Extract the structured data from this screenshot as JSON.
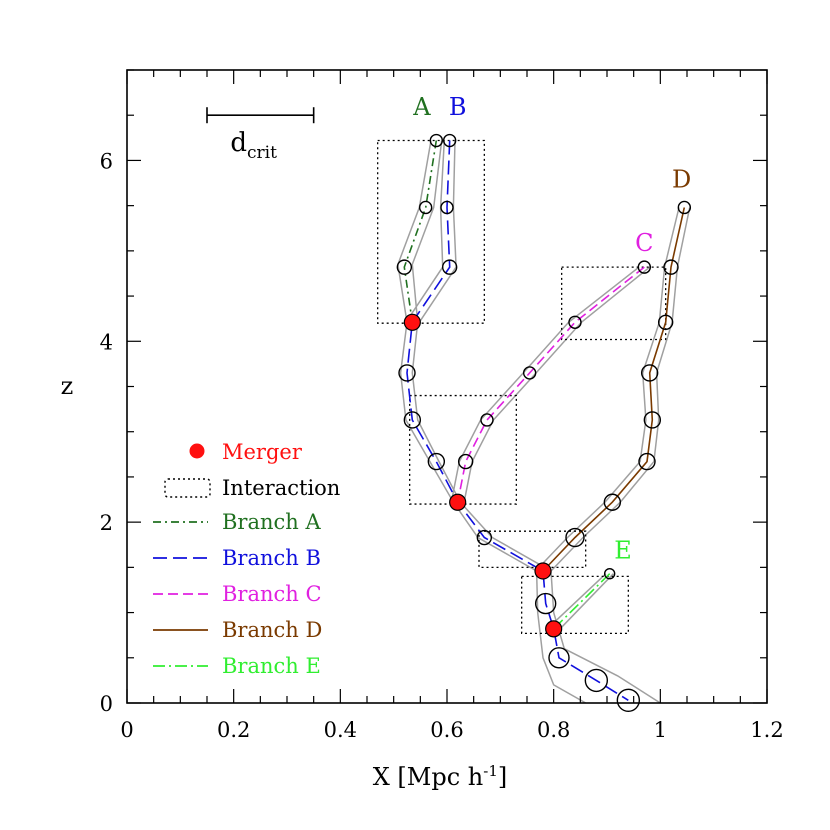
{
  "chart_data": {
    "type": "line",
    "xlabel": "X [Mpc h",
    "xlabel_sup": "-1",
    "xlabel_close": "]",
    "ylabel": "z",
    "xlim": [
      0,
      1.2
    ],
    "ylim": [
      0,
      7
    ],
    "x_ticks": [
      {
        "v": 0,
        "label": "0"
      },
      {
        "v": 0.2,
        "label": "0.2"
      },
      {
        "v": 0.4,
        "label": "0.4"
      },
      {
        "v": 0.6,
        "label": "0.6"
      },
      {
        "v": 0.8,
        "label": "0.8"
      },
      {
        "v": 1,
        "label": "1"
      },
      {
        "v": 1.2,
        "label": "1.2"
      }
    ],
    "y_ticks": [
      {
        "v": 0,
        "label": "0"
      },
      {
        "v": 2,
        "label": "2"
      },
      {
        "v": 4,
        "label": "4"
      },
      {
        "v": 6,
        "label": "6"
      }
    ],
    "scale_bar": {
      "x0": 0.15,
      "x1": 0.35,
      "z": 6.5,
      "label": "d",
      "label_sub": "crit"
    },
    "series": [
      {
        "name": "Branch A",
        "label": "A",
        "color": "#207020",
        "dash": "8,4,2,4",
        "points": [
          [
            0.58,
            6.22
          ],
          [
            0.56,
            5.48
          ],
          [
            0.52,
            4.82
          ],
          [
            0.535,
            4.21
          ]
        ],
        "label_pos": [
          0.553,
          6.5
        ]
      },
      {
        "name": "Branch B",
        "label": "B",
        "color": "#1010dd",
        "dash": "14,6",
        "points": [
          [
            0.605,
            6.22
          ],
          [
            0.6,
            5.48
          ],
          [
            0.605,
            4.82
          ],
          [
            0.535,
            4.21
          ],
          [
            0.525,
            3.65
          ],
          [
            0.535,
            3.13
          ],
          [
            0.58,
            2.67
          ],
          [
            0.62,
            2.22
          ],
          [
            0.67,
            1.83
          ],
          [
            0.78,
            1.46
          ],
          [
            0.785,
            1.1
          ],
          [
            0.8,
            0.82
          ],
          [
            0.81,
            0.5
          ],
          [
            0.88,
            0.25
          ],
          [
            0.94,
            0.03
          ]
        ],
        "label_pos": [
          0.62,
          6.5
        ]
      },
      {
        "name": "Branch C",
        "label": "C",
        "color": "#e020e0",
        "dash": "10,5",
        "points": [
          [
            0.97,
            4.82
          ],
          [
            0.84,
            4.21
          ],
          [
            0.755,
            3.65
          ],
          [
            0.675,
            3.13
          ],
          [
            0.635,
            2.67
          ],
          [
            0.62,
            2.22
          ]
        ],
        "label_pos": [
          0.97,
          5.0
        ]
      },
      {
        "name": "Branch D",
        "label": "D",
        "color": "#7a3a00",
        "dash": "",
        "points": [
          [
            1.045,
            5.48
          ],
          [
            1.02,
            4.82
          ],
          [
            1.01,
            4.21
          ],
          [
            0.98,
            3.65
          ],
          [
            0.985,
            3.13
          ],
          [
            0.975,
            2.67
          ],
          [
            0.91,
            2.22
          ],
          [
            0.84,
            1.83
          ],
          [
            0.78,
            1.46
          ]
        ],
        "label_pos": [
          1.04,
          5.7
        ]
      },
      {
        "name": "Branch E",
        "label": "E",
        "color": "#30ee30",
        "dash": "12,4,2,4",
        "points": [
          [
            0.905,
            1.43
          ],
          [
            0.8,
            0.82
          ]
        ],
        "label_pos": [
          0.93,
          1.6
        ]
      }
    ],
    "halos": [
      [
        0.58,
        6.22,
        6
      ],
      [
        0.605,
        6.22,
        6
      ],
      [
        0.56,
        5.48,
        6
      ],
      [
        0.6,
        5.48,
        6
      ],
      [
        1.045,
        5.48,
        6
      ],
      [
        0.52,
        4.82,
        7
      ],
      [
        0.605,
        4.82,
        7
      ],
      [
        0.97,
        4.82,
        6
      ],
      [
        1.02,
        4.82,
        7
      ],
      [
        0.84,
        4.21,
        6
      ],
      [
        1.01,
        4.21,
        7
      ],
      [
        0.525,
        3.65,
        8
      ],
      [
        0.755,
        3.65,
        6
      ],
      [
        0.98,
        3.65,
        8
      ],
      [
        0.535,
        3.13,
        8
      ],
      [
        0.675,
        3.13,
        6
      ],
      [
        0.985,
        3.13,
        8
      ],
      [
        0.58,
        2.67,
        8
      ],
      [
        0.635,
        2.67,
        7
      ],
      [
        0.975,
        2.67,
        8
      ],
      [
        0.91,
        2.22,
        8
      ],
      [
        0.67,
        1.83,
        7
      ],
      [
        0.84,
        1.83,
        9
      ],
      [
        0.905,
        1.43,
        5
      ],
      [
        0.785,
        1.1,
        10
      ],
      [
        0.81,
        0.5,
        10
      ],
      [
        0.88,
        0.25,
        11
      ],
      [
        0.94,
        0.03,
        11
      ]
    ],
    "mergers": [
      [
        0.535,
        4.21
      ],
      [
        0.62,
        2.22
      ],
      [
        0.78,
        1.46
      ],
      [
        0.8,
        0.82
      ]
    ],
    "interaction_boxes": [
      [
        0.47,
        0.67,
        4.2,
        6.22
      ],
      [
        0.815,
        1.01,
        4.02,
        4.82
      ],
      [
        0.53,
        0.73,
        2.2,
        3.4
      ],
      [
        0.66,
        0.86,
        1.5,
        1.9
      ],
      [
        0.74,
        0.94,
        0.77,
        1.4
      ]
    ],
    "gray_envelopes": [
      [
        [
          0.59,
          6.22
        ],
        [
          0.575,
          5.48
        ],
        [
          0.535,
          4.85
        ],
        [
          0.545,
          4.21
        ],
        [
          0.535,
          3.65
        ],
        [
          0.545,
          3.13
        ],
        [
          0.585,
          2.67
        ],
        [
          0.625,
          2.22
        ],
        [
          0.685,
          1.83
        ],
        [
          0.795,
          1.46
        ],
        [
          0.8,
          1.0
        ],
        [
          0.82,
          0.6
        ],
        [
          0.92,
          0.3
        ],
        [
          1.0,
          0.0
        ]
      ],
      [
        [
          0.57,
          6.22
        ],
        [
          0.548,
          5.48
        ],
        [
          0.508,
          4.85
        ],
        [
          0.525,
          4.21
        ],
        [
          0.513,
          3.65
        ],
        [
          0.523,
          3.13
        ],
        [
          0.568,
          2.67
        ],
        [
          0.612,
          2.22
        ],
        [
          0.658,
          1.83
        ],
        [
          0.768,
          1.46
        ],
        [
          0.77,
          1.0
        ],
        [
          0.78,
          0.5
        ],
        [
          0.8,
          0.2
        ],
        [
          0.86,
          0.0
        ]
      ],
      [
        [
          0.615,
          6.22
        ],
        [
          0.612,
          5.48
        ],
        [
          0.617,
          4.82
        ],
        [
          0.548,
          4.21
        ]
      ],
      [
        [
          0.595,
          6.22
        ],
        [
          0.588,
          5.48
        ],
        [
          0.592,
          4.82
        ],
        [
          0.523,
          4.21
        ]
      ],
      [
        [
          1.055,
          5.48
        ],
        [
          1.032,
          4.82
        ],
        [
          1.022,
          4.21
        ],
        [
          0.993,
          3.65
        ],
        [
          0.997,
          3.13
        ],
        [
          0.988,
          2.67
        ],
        [
          0.925,
          2.22
        ],
        [
          0.855,
          1.83
        ],
        [
          0.795,
          1.46
        ]
      ],
      [
        [
          1.035,
          5.48
        ],
        [
          1.008,
          4.82
        ],
        [
          0.998,
          4.21
        ],
        [
          0.967,
          3.65
        ],
        [
          0.973,
          3.13
        ],
        [
          0.962,
          2.67
        ],
        [
          0.896,
          2.22
        ],
        [
          0.826,
          1.83
        ],
        [
          0.766,
          1.46
        ]
      ],
      [
        [
          0.98,
          4.82
        ],
        [
          0.852,
          4.21
        ],
        [
          0.767,
          3.65
        ],
        [
          0.687,
          3.13
        ],
        [
          0.647,
          2.67
        ],
        [
          0.632,
          2.22
        ]
      ],
      [
        [
          0.96,
          4.82
        ],
        [
          0.828,
          4.21
        ],
        [
          0.743,
          3.65
        ],
        [
          0.663,
          3.13
        ],
        [
          0.623,
          2.67
        ],
        [
          0.608,
          2.22
        ]
      ],
      [
        [
          0.912,
          1.43
        ],
        [
          0.812,
          0.82
        ]
      ],
      [
        [
          0.898,
          1.43
        ],
        [
          0.788,
          0.82
        ]
      ]
    ],
    "legend": {
      "merger": "Merger",
      "interaction": "Interaction",
      "position": "left-middle"
    },
    "grid": false
  }
}
